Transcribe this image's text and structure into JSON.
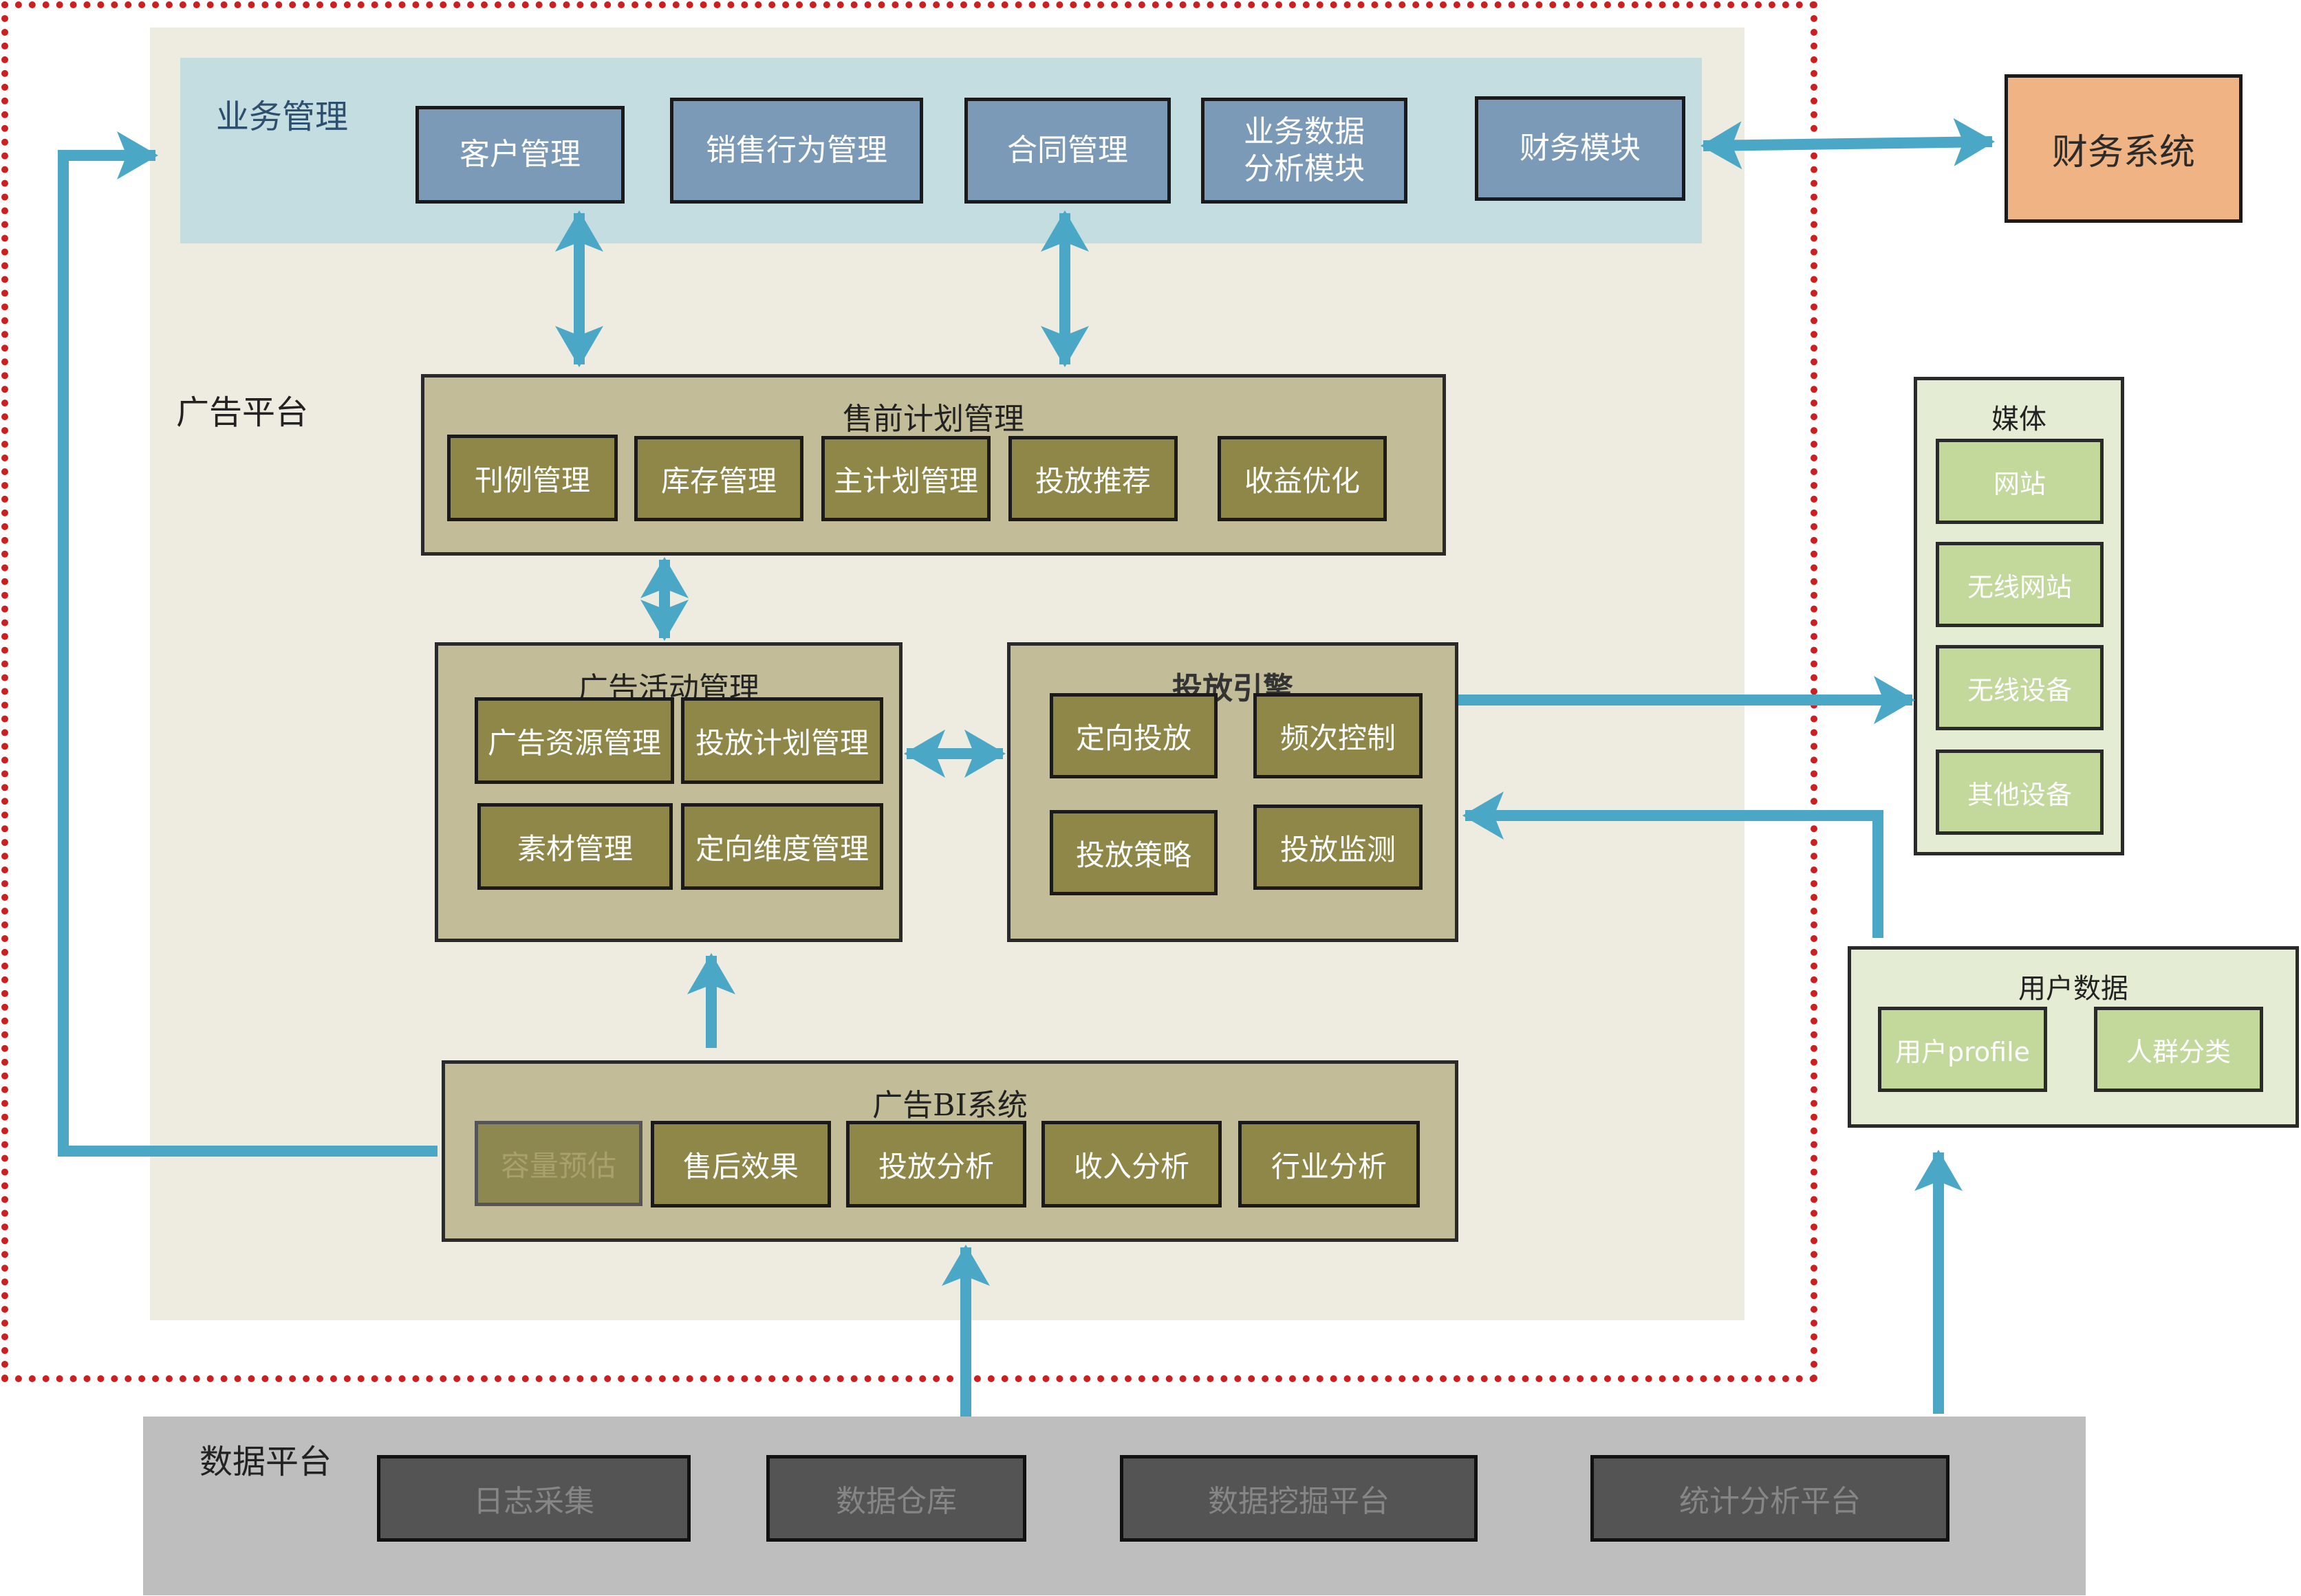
{
  "colors": {
    "arrow": "#4aa8c6",
    "red_dotted": "#cc1f1f",
    "biz_box": "#7b9ab8",
    "olive_box": "#8e8748",
    "group_panel": "#c2bd98",
    "green_box": "#c3d89b",
    "dark_box": "#545454",
    "finance_system": "#f0b383"
  },
  "business": {
    "label": "业务管理",
    "boxes": [
      "客户管理",
      "销售行为管理",
      "合同管理",
      "业务数据\n分析模块",
      "财务模块"
    ]
  },
  "finance_system": "财务系统",
  "ad_platform": {
    "label": "广告平台"
  },
  "presale": {
    "title": "售前计划管理",
    "boxes": [
      "刊例管理",
      "库存管理",
      "主计划管理",
      "投放推荐",
      "收益优化"
    ]
  },
  "campaign": {
    "title": "广告活动管理",
    "boxes": [
      "广告资源管理",
      "投放计划管理",
      "素材管理",
      "定向维度管理"
    ]
  },
  "engine": {
    "title": "投放引擎",
    "boxes": [
      "定向投放",
      "频次控制",
      "投放策略",
      "投放监测"
    ]
  },
  "bi": {
    "title": "广告BI系统",
    "boxes": [
      "容量预估",
      "售后效果",
      "投放分析",
      "收入分析",
      "行业分析"
    ]
  },
  "media": {
    "title": "媒体",
    "boxes": [
      "网站",
      "无线网站",
      "无线设备",
      "其他设备"
    ]
  },
  "user_data": {
    "title": "用户数据",
    "boxes": [
      "用户profile",
      "人群分类"
    ]
  },
  "data_platform": {
    "label": "数据平台",
    "boxes": [
      "日志采集",
      "数据仓库",
      "数据挖掘平台",
      "统计分析平台"
    ]
  }
}
